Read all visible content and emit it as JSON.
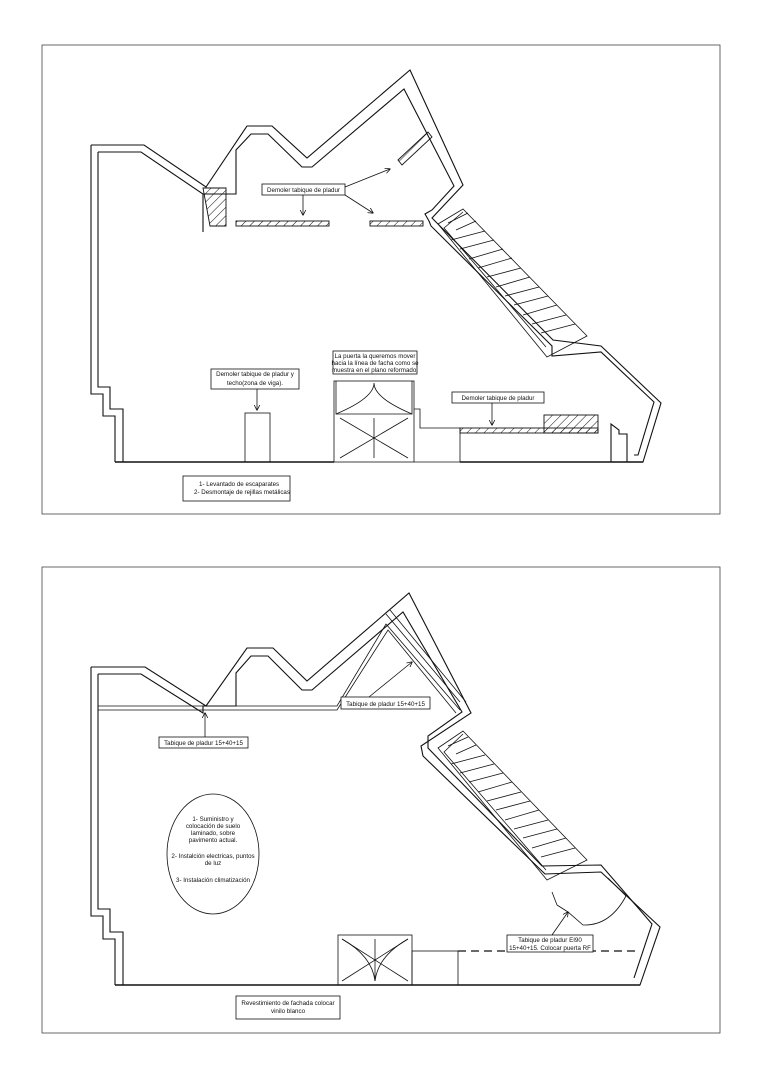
{
  "plan_before": {
    "demoler_top": "Demoler tabique de pladur",
    "demoler_left": [
      "Demoler tabique de pladur y",
      "techo(zona de viga)."
    ],
    "puerta_note": [
      "La puerta la queremos mover",
      "hacia la línea de facha como se",
      "muestra en el plano reformado."
    ],
    "demoler_right": "Demoler tabique de pladur",
    "tasks": [
      "1- Levantado de escaparates",
      "2- Desmontaje de rejillas metálicas"
    ]
  },
  "plan_after": {
    "tabique_left": "Tabique de pladur 15+40+15",
    "tabique_top": "Tabique de pladur 15+40+15",
    "ellipse_notes": [
      "1- Suministro y",
      "colocación de suelo",
      "laminado, sobre",
      "pavimento actual.",
      "",
      "2- Instalción electricas, puntos",
      "de luz",
      "",
      "3- Instalación climatización"
    ],
    "tabique_ei90": [
      "Tabique de pladur EI90",
      "15+40+15. Colocar puerta RF"
    ],
    "fachada": [
      "Revestimiento de fachada colocar",
      "vinilo blanco"
    ]
  }
}
